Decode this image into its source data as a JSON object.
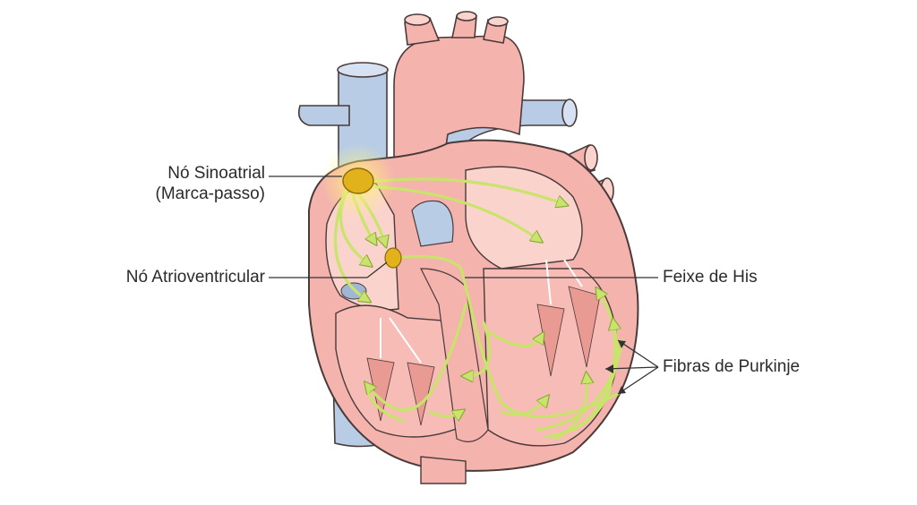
{
  "labels": {
    "sinoatrial_line1": "Nó Sinoatrial",
    "sinoatrial_line2": "(Marca-passo)",
    "atrioventricular": "Nó Atrioventricular",
    "bundle_of_his": "Feixe de His",
    "purkinje_fibers": "Fibras de Purkinje"
  },
  "colors": {
    "heart_tissue": "#f4b3ad",
    "heart_tissue_light": "#fbd3cd",
    "heart_outline": "#4a3a3a",
    "vein_blue": "#b8cce6",
    "conduction_green": "#c9e46a",
    "node_gold": "#e2b21c",
    "glow_yellow": "#fff27a",
    "leader_line": "#333333"
  }
}
